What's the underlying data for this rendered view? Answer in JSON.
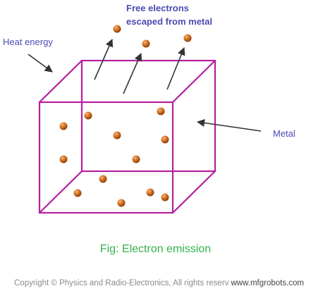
{
  "labels": {
    "free_electrons_line1": "Free electrons",
    "free_electrons_line2": "escaped from metal",
    "heat_energy": "Heat energy",
    "metal": "Metal"
  },
  "caption": "Fig: Electron emission",
  "copyright": "Copyright © Physics and Radio-Electronics, All rights reserved",
  "watermark": "www.mfgrobots.com",
  "colors": {
    "cube": "#b5209f",
    "electron": "#c8651b",
    "arrow": "#333333",
    "label": "#4b4bb3",
    "caption": "#33b24a"
  }
}
